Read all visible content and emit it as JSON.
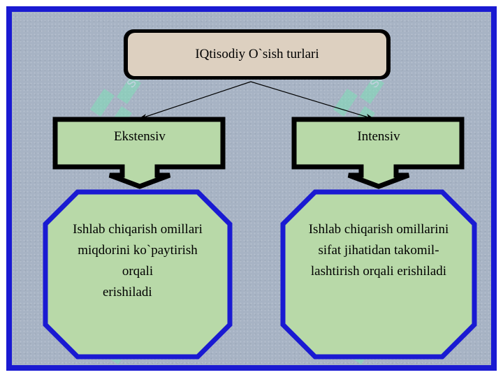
{
  "title": "IQtisodiy O`sish turlari",
  "branches": [
    {
      "label": "Ekstensiv",
      "lines": [
        "Ishlab chiqarish omillari",
        "miqdorini ko`paytirish",
        "orqali",
        "erishiladi"
      ]
    },
    {
      "label": "Intensiv",
      "lines": [
        "Ishlab chiqarish omillarini",
        "sifat jihatidan takomil-",
        "lashtirish orqali erishiladi"
      ]
    }
  ],
  "colors": {
    "frame": "#1a1ad2",
    "background": "#a7b3c4",
    "title_fill": "#ddd0c0",
    "box_fill": "#b8d9a8",
    "box_border": "#1a1ad2",
    "callout_border": "#000000"
  },
  "watermark_icon": "soft-logo-watermark"
}
